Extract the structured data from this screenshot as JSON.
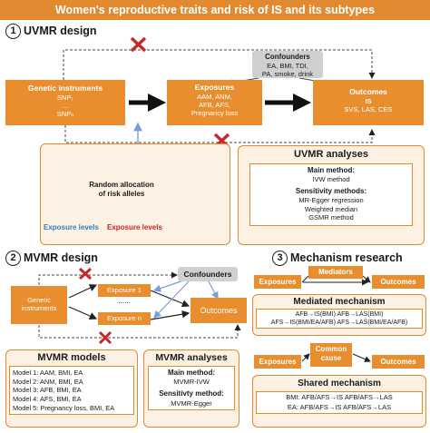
{
  "title": "Women's reproductive traits and risk of IS and its subtypes",
  "sec1": {
    "num": "1",
    "heading": "UVMR design",
    "genetic": {
      "title": "Genetic instruments",
      "l1": "SNP₁",
      "l2": "...",
      "l3": "SNPₙ"
    },
    "exposures": {
      "title": "Exposures",
      "l1": "AAM, ANM,",
      "l2": "AFB, AFS,",
      "l3": "Pregnancy loss"
    },
    "outcomes": {
      "title": "Outcomes",
      "l1": "IS",
      "l2": "SVS, LAS, CES"
    },
    "confounders": {
      "title": "Confounders",
      "l1": "EA, BMI, TDI,",
      "l2": "PA, smoke, drink"
    },
    "random": {
      "l1": "Random allocation",
      "l2": "of risk alleles",
      "left": "Exposure levels",
      "right": "Exposure levels"
    },
    "analyses": {
      "title": "UVMR analyses",
      "main_label": "Main method:",
      "main_value": "IVW method",
      "sens_label": "Sensitivity methods:",
      "sens": [
        "MR-Egger regression",
        "Weighted median",
        "GSMR method"
      ]
    }
  },
  "sec2": {
    "num": "2",
    "heading": "MVMR design",
    "genetic": {
      "l1": "Genetic",
      "l2": "instruments"
    },
    "exp1": "Exposure 1",
    "dots": "......",
    "expn": "Exposure n",
    "confounders": "Confounders",
    "outcomes": "Outcomes",
    "models": {
      "title": "MVMR models",
      "items": [
        "Model 1: AAM, BMI, EA",
        "Model 2: ANM, BMI, EA",
        "Model 3: AFB, BMI, EA",
        "Model 4: AFS, BMI, EA",
        "Model 5: Pregnancy loss, BMI, EA"
      ]
    },
    "analyses": {
      "title": "MVMR analyses",
      "main_label": "Main method:",
      "main_value": "MVMR-IVW",
      "sens_label": "Sensitivty method:",
      "sens_value": "MVMR-Egger"
    }
  },
  "sec3": {
    "num": "3",
    "heading": "Mechanism research",
    "exposures": "Exposures",
    "mediators": "Mediators",
    "outcomes": "Outcomes",
    "mediated": {
      "title": "Mediated mechanism",
      "l1": "AFB→IS(BMI)  AFB→LAS(BMI)",
      "l2": "AFS→IS(BMI/EA/AFB) AFS→LAS(BMI/EA/AFB)"
    },
    "exposures2": "Exposures",
    "common": {
      "l1": "Common",
      "l2": "cause"
    },
    "outcomes2": "Outcomes",
    "shared": {
      "title": "Shared mechanism",
      "l1": "BMI: AFB/AFS→IS AFB/AFS→LAS",
      "l2": "EA: AFB/AFS→IS AFB/AFS→LAS"
    }
  },
  "colors": {
    "orange": "#e98e2f",
    "panel": "#fdf1e3",
    "blue": "#2f7fc1",
    "red": "#c62828",
    "gray": "#d0d0d0"
  }
}
